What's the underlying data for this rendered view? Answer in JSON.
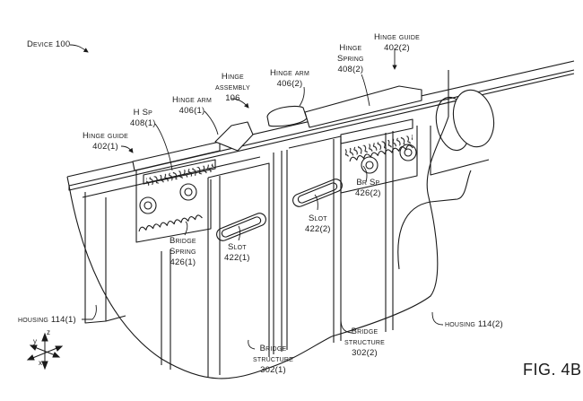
{
  "figure": {
    "number": "FIG. 4B",
    "device_label": "Device 100"
  },
  "labels": {
    "hinge_guide_1": [
      "Hinge guide",
      "402(1)"
    ],
    "h_sp_1": [
      "H Sp",
      "408(1)"
    ],
    "hinge_arm_1": [
      "Hinge arm",
      "406(1)"
    ],
    "hinge_assembly": [
      "Hinge",
      "assembly",
      "106"
    ],
    "hinge_arm_2": [
      "Hinge arm",
      "406(2)"
    ],
    "hinge_spring_2": [
      "Hinge",
      "Spring",
      "408(2)"
    ],
    "hinge_guide_2": [
      "Hinge guide",
      "402(2)"
    ],
    "bridge_spring_1": [
      "Bridge",
      "Spring",
      "426(1)"
    ],
    "slot_1": [
      "Slot",
      "422(1)"
    ],
    "br_sp_2": [
      "Br Sp",
      "426(2)"
    ],
    "slot_2": [
      "Slot",
      "422(2)"
    ],
    "housing_1": "housing 114(1)",
    "housing_2": "housing 114(2)",
    "bridge_structure_1": [
      "Bridge",
      "structure",
      "302(1)"
    ],
    "bridge_structure_2": [
      "Bridge",
      "structure",
      "302(2)"
    ]
  },
  "axes": {
    "z": "z",
    "y": "y",
    "x": "x"
  },
  "colors": {
    "line": "#1a1a1a",
    "background": "#ffffff",
    "shade": "#e8e8e8"
  }
}
